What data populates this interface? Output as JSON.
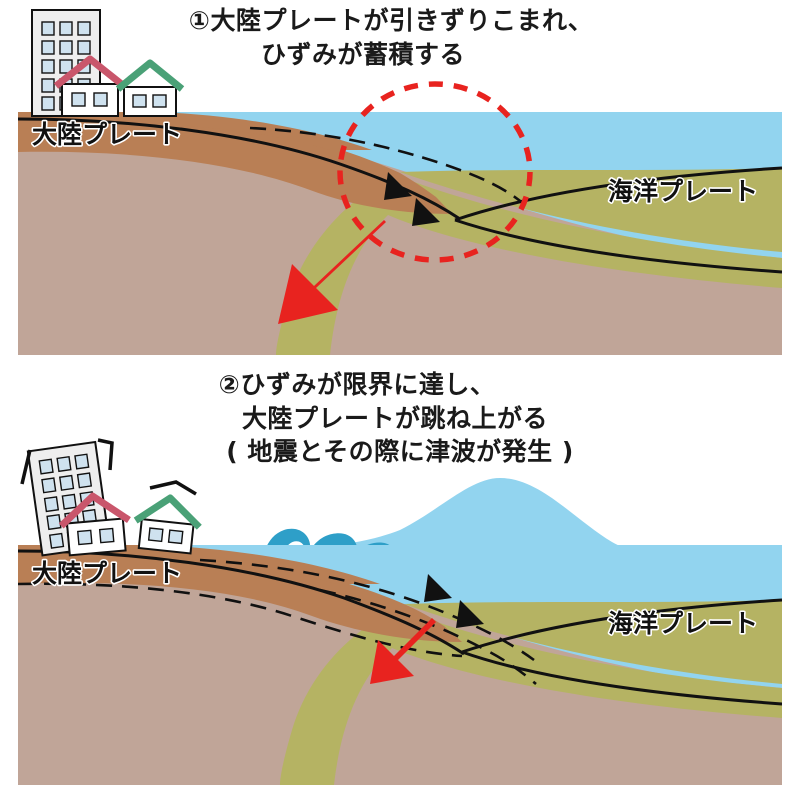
{
  "figure": {
    "title_line_1": "①大陸プレートが引きずりこまれ、",
    "title_line_2": "ひずみが蓄積する",
    "panel2_title_line_1": "②ひずみが限界に達し、",
    "panel2_title_line_2": "大陸プレートが跳ね上がる",
    "panel2_title_line_3": "( 地震とその際に津波が発生 )"
  },
  "panel1": {
    "caption": {
      "line1": "①大陸プレートが引きずりこまれ、",
      "line2": "ひずみが蓄積する"
    },
    "labels": {
      "continental_plate": "大陸プレート",
      "oceanic_plate": "海洋プレート"
    },
    "annotations": {
      "strain_zone_marker": "red-dashed-circle",
      "subduction_arrows": "two-black-arrows-down-left",
      "drag_arrow": "red-arrow-down-left",
      "original_position_line": "black-dashed-line"
    },
    "buildings": {
      "tower_window_rows": 5,
      "tower_window_cols": 3,
      "house_red_roof": "red-roof-house",
      "house_green_roof": "green-roof-house",
      "tilted": false,
      "shake_marks": false
    }
  },
  "panel2": {
    "caption": {
      "line1": "②ひずみが限界に達し、",
      "line2": "大陸プレートが跳ね上がる",
      "line3": "( 地震とその際に津波が発生 )"
    },
    "labels": {
      "continental_plate": "大陸プレート",
      "oceanic_plate": "海洋プレート"
    },
    "annotations": {
      "rebound_arrows": "two-black-arrows-up-right",
      "uplift_arrow": "red-arrow-up-right",
      "tsunami": "tsunami-wave-bulge",
      "breaking_wave_crests": 3,
      "original_position_line": "black-dashed-line"
    },
    "buildings": {
      "tower_window_rows": 5,
      "tower_window_cols": 3,
      "house_red_roof": "red-roof-house",
      "house_green_roof": "green-roof-house",
      "tilted": true,
      "shake_marks": true
    }
  },
  "colors": {
    "water": "#92d4ef",
    "wave_dark": "#2e9fc8",
    "continental_plate": "#b97f55",
    "oceanic_plate": "#b5b363",
    "mantle": "#c0a598",
    "land_surface": "#b97f55",
    "accent_red": "#e8231f",
    "arrow_black": "#111111",
    "roof_red": "#c9566b",
    "roof_green": "#4aa177",
    "building_fill": "#eeeeee",
    "window_fill": "#cfe2ef",
    "outline": "#111111",
    "background": "#ffffff"
  }
}
